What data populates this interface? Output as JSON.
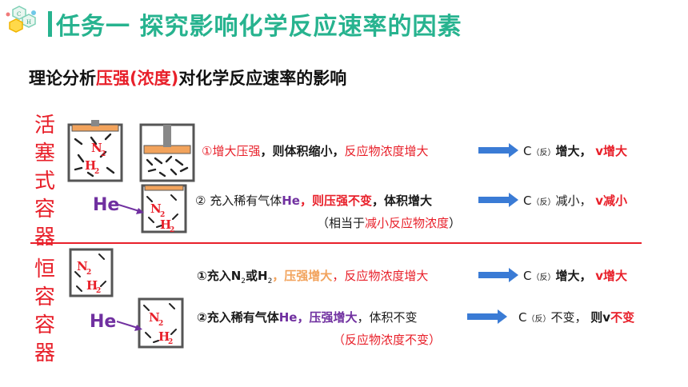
{
  "header": {
    "title": "任务一   探究影响化学反应速率的因素"
  },
  "subtitle": {
    "prefix": "理论分析",
    "highlight": "压强(浓度)",
    "suffix": "对化学反应速率的影响"
  },
  "piston_section": {
    "label_chars": [
      "活",
      "塞",
      "式",
      "容",
      "器"
    ],
    "he_label": "He",
    "row1": {
      "circled": "①",
      "cause": "增大压强",
      "mid": "，则体积缩小，",
      "effect": "反应物浓度增大",
      "conc": "C",
      "conc_sub": "（反）",
      "change": "增大，",
      "rate": "v增大"
    },
    "row2": {
      "circled": "②",
      "action": "充入稀有气体",
      "gas": "He",
      "cause": "，则压强不变",
      "mid": "，体积增大",
      "conc": "C",
      "conc_sub": "（反）",
      "change": "减小，",
      "rate": "v减小",
      "note_open": "（相当于",
      "note_red": "减小反应物浓度",
      "note_close": "）"
    }
  },
  "constant_section": {
    "label_chars": [
      "恒",
      "容",
      "容",
      "器"
    ],
    "he_label": "He",
    "row1": {
      "circled": "①",
      "action": "充入N",
      "sub1": "2",
      "or": "或H",
      "sub2": "2",
      "cause": "，压强增大",
      "effect": "，反应物浓度增大",
      "conc": "C",
      "conc_sub": "（反）",
      "change": "增大，",
      "rate": "v增大"
    },
    "row2": {
      "circled": "②",
      "action": "充入稀有气体",
      "gas": "He",
      "cause": "，压强增大",
      "mid": "，体积不变",
      "conc": "C",
      "conc_sub": "（反）",
      "change": "不变，",
      "then": "则",
      "rate_v": "v",
      "rate": "不变",
      "note_open": "（",
      "note_red": "反应物浓度不变",
      "note_close": "）"
    }
  },
  "molecules": {
    "n": "N",
    "n_sub": "2",
    "h": "H",
    "h_sub": "2"
  },
  "colors": {
    "title": "#27b38f",
    "red": "#e8202a",
    "purple": "#7030a0",
    "arrow": "#3a7bd5",
    "piston": "#f2a35c"
  }
}
